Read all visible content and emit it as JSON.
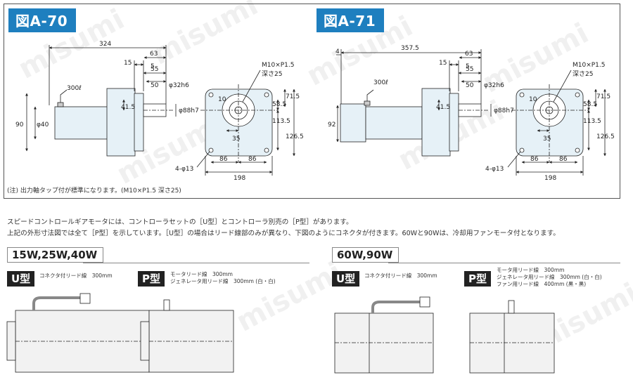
{
  "watermark": "misumi",
  "colors": {
    "accent": "#1e7fbf",
    "motor_fill": "#e6f1f7",
    "badge": "#222222"
  },
  "fig70": {
    "tag": "図A-70",
    "labels": {
      "len324": "324",
      "len63": "63",
      "len15": "15",
      "len5": "5",
      "len55": "55",
      "len50": "50",
      "lead": "300ℓ",
      "d32": "φ32h6",
      "d88": "φ88h7",
      "d40": "φ40",
      "h90": "90",
      "h415": "41.5",
      "m10": "M10×P1.5",
      "depth": "深さ25",
      "s10": "10",
      "s715": "71.5",
      "s585": "58.5",
      "s1135": "113.5",
      "s1265": "126.5",
      "s35": "35",
      "s86a": "86",
      "s86b": "86",
      "s198": "198",
      "holes": "4-φ13"
    }
  },
  "fig71": {
    "tag": "図A-71",
    "labels": {
      "len3575": "357.5",
      "len4": "4",
      "len63": "63",
      "len15": "15",
      "len5": "5",
      "len55": "55",
      "len50": "50",
      "lead": "300ℓ",
      "d32": "φ32h6",
      "d88": "φ88h7",
      "h92": "92",
      "h415": "41.5",
      "m10": "M10×P1.5",
      "depth": "深さ25",
      "s10": "10",
      "s715": "71.5",
      "s585": "58.5",
      "s1135": "113.5",
      "s1265": "126.5",
      "s35": "35",
      "s86a": "86",
      "s86b": "86",
      "s198": "198",
      "holes": "4-φ13"
    }
  },
  "note": "(注) 出力軸タップ付が標準になります。(M10×P1.5 深さ25)",
  "desc": [
    "スピードコントロールギアモータには、コントローラセットの［U型］とコントローラ別売の［P型］があります。",
    "上記の外形寸法図では全て［P型］を示しています。［U型］の場合はリード線部のみが異なり、下図のようにコネクタが付きます。60Wと90Wは、冷却用ファンモータ付となります。"
  ],
  "groups": [
    {
      "title": "15W,25W,40W",
      "u": {
        "badge": "U型",
        "lines": [
          "コネクタ付リード線　300mm"
        ]
      },
      "p": {
        "badge": "P型",
        "lines": [
          "モータリード線　300mm",
          "ジェネレータ用リード線　300mm (白・白)"
        ]
      }
    },
    {
      "title": "60W,90W",
      "u": {
        "badge": "U型",
        "lines": [
          "コネクタ付リード線　300mm"
        ]
      },
      "p": {
        "badge": "P型",
        "lines": [
          "モータ用リード線　300mm",
          "ジェネレータ用リード線　300mm (白・白)",
          "ファン用リード線　400mm (黒・黒)"
        ]
      }
    }
  ]
}
